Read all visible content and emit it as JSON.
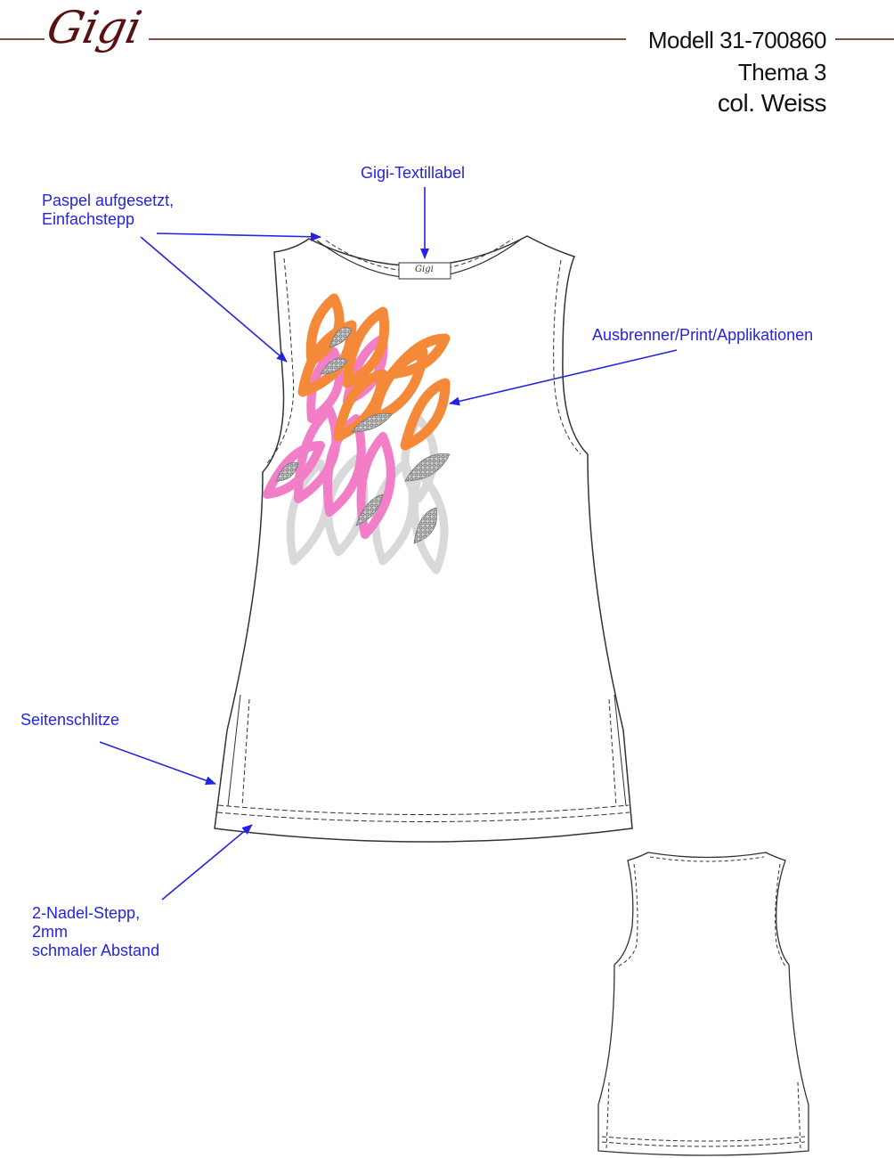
{
  "header": {
    "brand": "Gigi",
    "model": "Modell 31-700860",
    "theme": "Thema 3",
    "color_label": "col. Weiss",
    "rule_color": "#5a1012"
  },
  "garment_label_text": "Gigi",
  "annotations": {
    "label": "Gigi-Textillabel",
    "piping_line1": "Paspel aufgesetzt,",
    "piping_line2": "Einfachstepp",
    "print": "Ausbrenner/Print/Applikationen",
    "slits": "Seitenschlitze",
    "hem_line1": "2-Nadel-Stepp,",
    "hem_line2": "2mm",
    "hem_line3": "schmaler Abstand"
  },
  "colors": {
    "annotation": "#2424e0",
    "outline": "#333333",
    "print_orange": "#f5893a",
    "print_pink": "#f27ec8",
    "print_grey": "#d9d9d9",
    "stone_grey": "#9a9a9a"
  },
  "icons": [
    "brand-logo",
    "arrow"
  ]
}
